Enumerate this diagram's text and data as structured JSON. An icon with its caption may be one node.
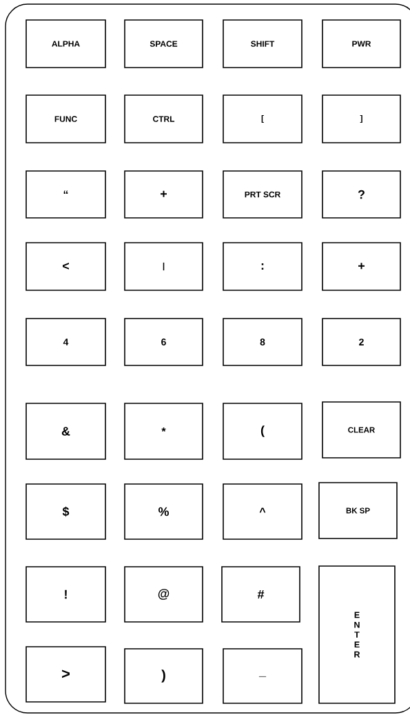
{
  "diagram": {
    "nodes": [
      {
        "text": [
          "ALPHA"
        ]
      },
      {
        "text": [
          "SPACE"
        ]
      },
      {
        "text": [
          "SHIFT"
        ]
      },
      {
        "text": [
          "PWR"
        ]
      },
      {
        "text": [
          "FUNC"
        ]
      },
      {
        "text": [
          "CTRL"
        ]
      },
      {
        "text": [
          "["
        ]
      },
      {
        "text": [
          "]"
        ]
      },
      {
        "text": [
          "“"
        ]
      },
      {
        "text": [
          "+"
        ]
      },
      {
        "text": [
          "PRT SCR"
        ]
      },
      {
        "text": [
          "?"
        ]
      },
      {
        "text": [
          "<"
        ]
      },
      {
        "text": [
          "|"
        ]
      },
      {
        "text": [
          ":"
        ]
      },
      {
        "text": [
          "+"
        ]
      },
      {
        "text": [
          "4"
        ]
      },
      {
        "text": [
          "6"
        ]
      },
      {
        "text": [
          "8"
        ]
      },
      {
        "text": [
          "2"
        ]
      },
      {
        "text": [
          "&"
        ]
      },
      {
        "text": [
          "*"
        ]
      },
      {
        "text": [
          "("
        ]
      },
      {
        "text": [
          "CLEAR"
        ]
      },
      {
        "text": [
          "$"
        ]
      },
      {
        "text": [
          "%"
        ]
      },
      {
        "text": [
          "^"
        ]
      },
      {
        "text": [
          "BK SP"
        ]
      },
      {
        "text": [
          "!"
        ]
      },
      {
        "text": [
          "@"
        ]
      },
      {
        "text": [
          "#"
        ]
      },
      {
        "text": [
          "E N T E R"
        ]
      },
      {
        "text": [
          ">"
        ]
      },
      {
        "text": [
          ")"
        ]
      },
      {
        "text": [
          "_"
        ]
      }
    ]
  }
}
